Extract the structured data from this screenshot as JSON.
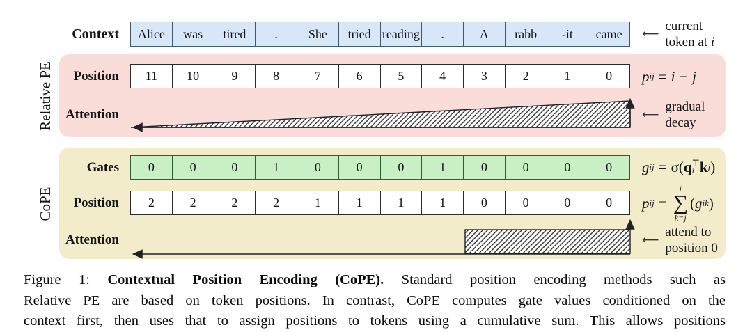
{
  "context": {
    "label": "Context",
    "tokens": [
      "Alice",
      "was",
      "tired",
      ".",
      "She",
      "tried",
      "reading",
      ".",
      "A",
      "rabb",
      "-it",
      "came"
    ],
    "annotation": {
      "arrow": "⟵",
      "line1": "current",
      "line2_prefix": "token at ",
      "line2_var": "i"
    }
  },
  "relative_pe": {
    "side_label": "Relative PE",
    "position_label": "Position",
    "position_values": [
      "11",
      "10",
      "9",
      "8",
      "7",
      "6",
      "5",
      "4",
      "3",
      "2",
      "1",
      "0"
    ],
    "formula": {
      "var": "p",
      "sub": "ij",
      "eq": "=",
      "rhs": "i − j"
    },
    "attention_label": "Attention",
    "annotation": {
      "arrow": "⟵",
      "line1": "gradual",
      "line2": "decay"
    }
  },
  "cope": {
    "side_label": "CoPE",
    "gates_label": "Gates",
    "gates_values": [
      "0",
      "0",
      "0",
      "1",
      "0",
      "0",
      "0",
      "1",
      "0",
      "0",
      "0",
      "0"
    ],
    "gates_formula": {
      "var": "g",
      "sub": "ij",
      "eq": "=",
      "sigma_open": "σ(",
      "q": "q",
      "q_sup": "⊤",
      "q_sub": "i",
      "k": "k",
      "k_sub": "j",
      "close": ")"
    },
    "position_label": "Position",
    "position_values": [
      "2",
      "2",
      "2",
      "2",
      "1",
      "1",
      "1",
      "1",
      "0",
      "0",
      "0",
      "0"
    ],
    "position_formula": {
      "var": "p",
      "sub": "ij",
      "eq": "=",
      "sum_top": "i",
      "sum": "∑",
      "sum_bot": "k=j",
      "open": "(",
      "g": "g",
      "g_sub": "ik",
      "close": ")"
    },
    "attention_label": "Attention",
    "annotation": {
      "arrow": "⟵",
      "line1": "attend to",
      "line2": "position 0"
    }
  },
  "caption": {
    "line1_prefix": "Figure 1: ",
    "line1_bold": "Contextual Position Encoding (CoPE).",
    "line1_rest": " Standard position encoding methods such as",
    "line2": "Relative PE are based on token positions. In contrast, CoPE computes gate values conditioned on the",
    "line3": "context first, then uses that to assign positions to tokens using a cumulative sum. This allows positions"
  },
  "colors": {
    "panel_relative": "#fadcd9",
    "panel_cope": "#f2ecca",
    "cell_context": "#d8e7f8",
    "cell_context_border": "#44586c",
    "cell_gates": "#c9f0c5",
    "cell_gates_border": "#2f5d35",
    "cell_plain": "#ffffff",
    "cell_plain_border": "#2b2b2b",
    "hatch_stroke": "#3a3a3a",
    "line_color": "#222222"
  }
}
